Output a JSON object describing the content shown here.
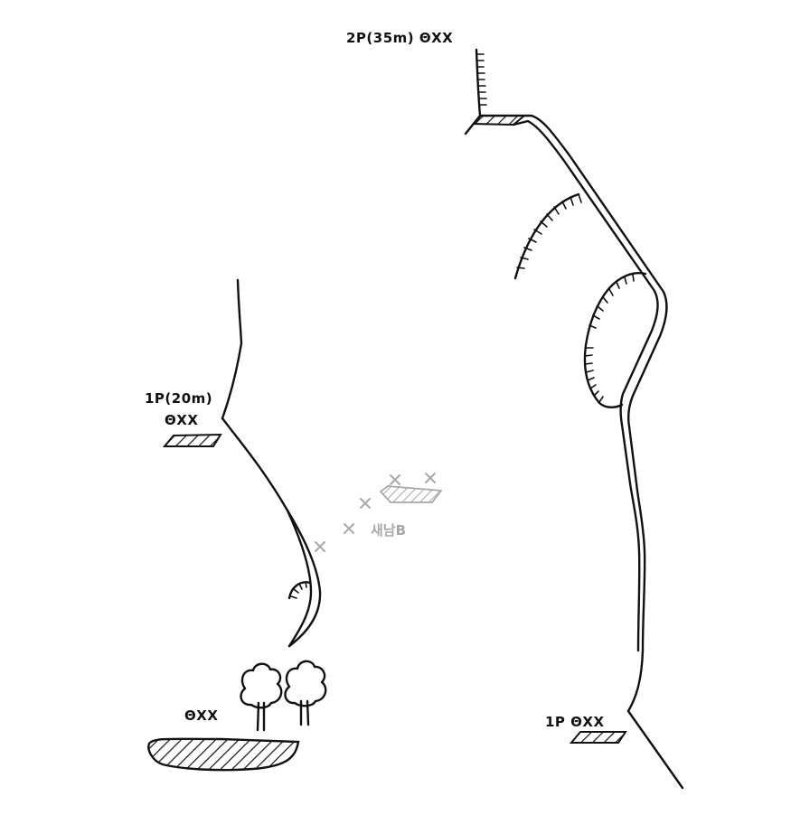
{
  "topo": {
    "left_route": {
      "pitch1_label_line1": "1P(20m)",
      "pitch1_label_line2": "ΘXX",
      "base_label": "ΘXX"
    },
    "right_route": {
      "pitch2_label": "2P(35m) ΘXX",
      "pitch1_label": "1P ΘXX"
    },
    "unfinished_route": {
      "label": "새남B"
    },
    "colors": {
      "ink": "#111111",
      "unfinished": "#a8a8a8",
      "background": "#ffffff"
    }
  }
}
